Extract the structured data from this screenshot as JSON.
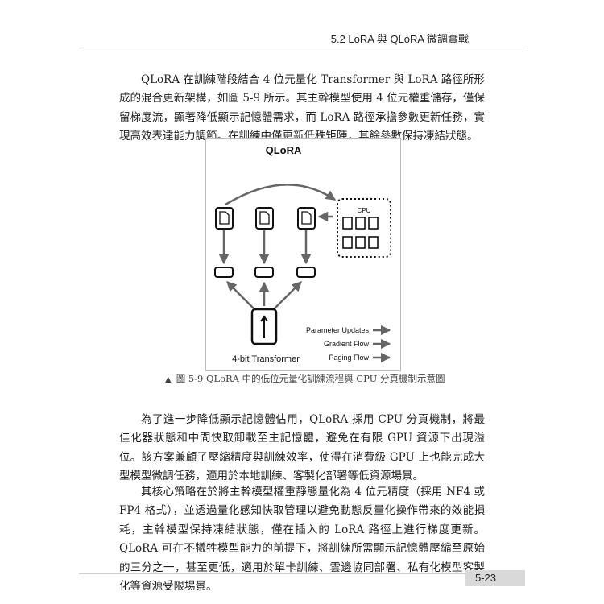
{
  "header": {
    "title": "5.2 LoRA 與 QLoRA 微調實戰"
  },
  "paragraphs": {
    "p1": "QLoRA 在訓練階段結合 4 位元量化 Transformer 與 LoRA 路徑所形成的混合更新架構，如圖 5-9 所示。其主幹模型使用 4 位元權重儲存，僅保留梯度流，顯著降低顯示記憶體需求，而 LoRA 路徑承擔參數更新任務，實現高效表達能力調節。在訓練中僅更新低秩矩陣，其餘參數保持凍結狀態。",
    "p2": "為了進一步降低顯示記憶體佔用，QLoRA 採用 CPU 分頁機制，將最佳化器狀態和中間快取卸載至主記憶體，避免在有限 GPU 資源下出現溢位。該方案兼顧了壓縮精度與訓練效率，使得在消費級 GPU 上也能完成大型模型微調任務，適用於本地訓練、客製化部署等低資源場景。",
    "p3": "其核心策略在於將主幹模型權重靜態量化為 4 位元精度（採用 NF4 或 FP4 格式），並透過量化感知快取管理以避免動態反量化操作帶來的效能損耗，主幹模型保持凍結狀態，僅在插入的 LoRA 路徑上進行梯度更新。QLoRA 可在不犧牲模型能力的前提下，將訓練所需顯示記憶體壓縮至原始的三分之一，甚至更低，適用於單卡訓練、雲邊協同部署、私有化模型客製化等資源受限場景。"
  },
  "figure": {
    "title": "QLoRA",
    "cpu_label": "CPU",
    "base_label": "4-bit Transformer",
    "legend": [
      "Parameter Updates",
      "Gradient Flow",
      "Paging Flow"
    ],
    "colors": {
      "stroke": "#111111",
      "arrow_gray": "#666666"
    },
    "caption_marker": "▲",
    "caption": "圖 5-9 QLoRA 中的低位元量化訓練流程與 CPU 分頁機制示意圖"
  },
  "footer": {
    "page_number": "5-23"
  }
}
